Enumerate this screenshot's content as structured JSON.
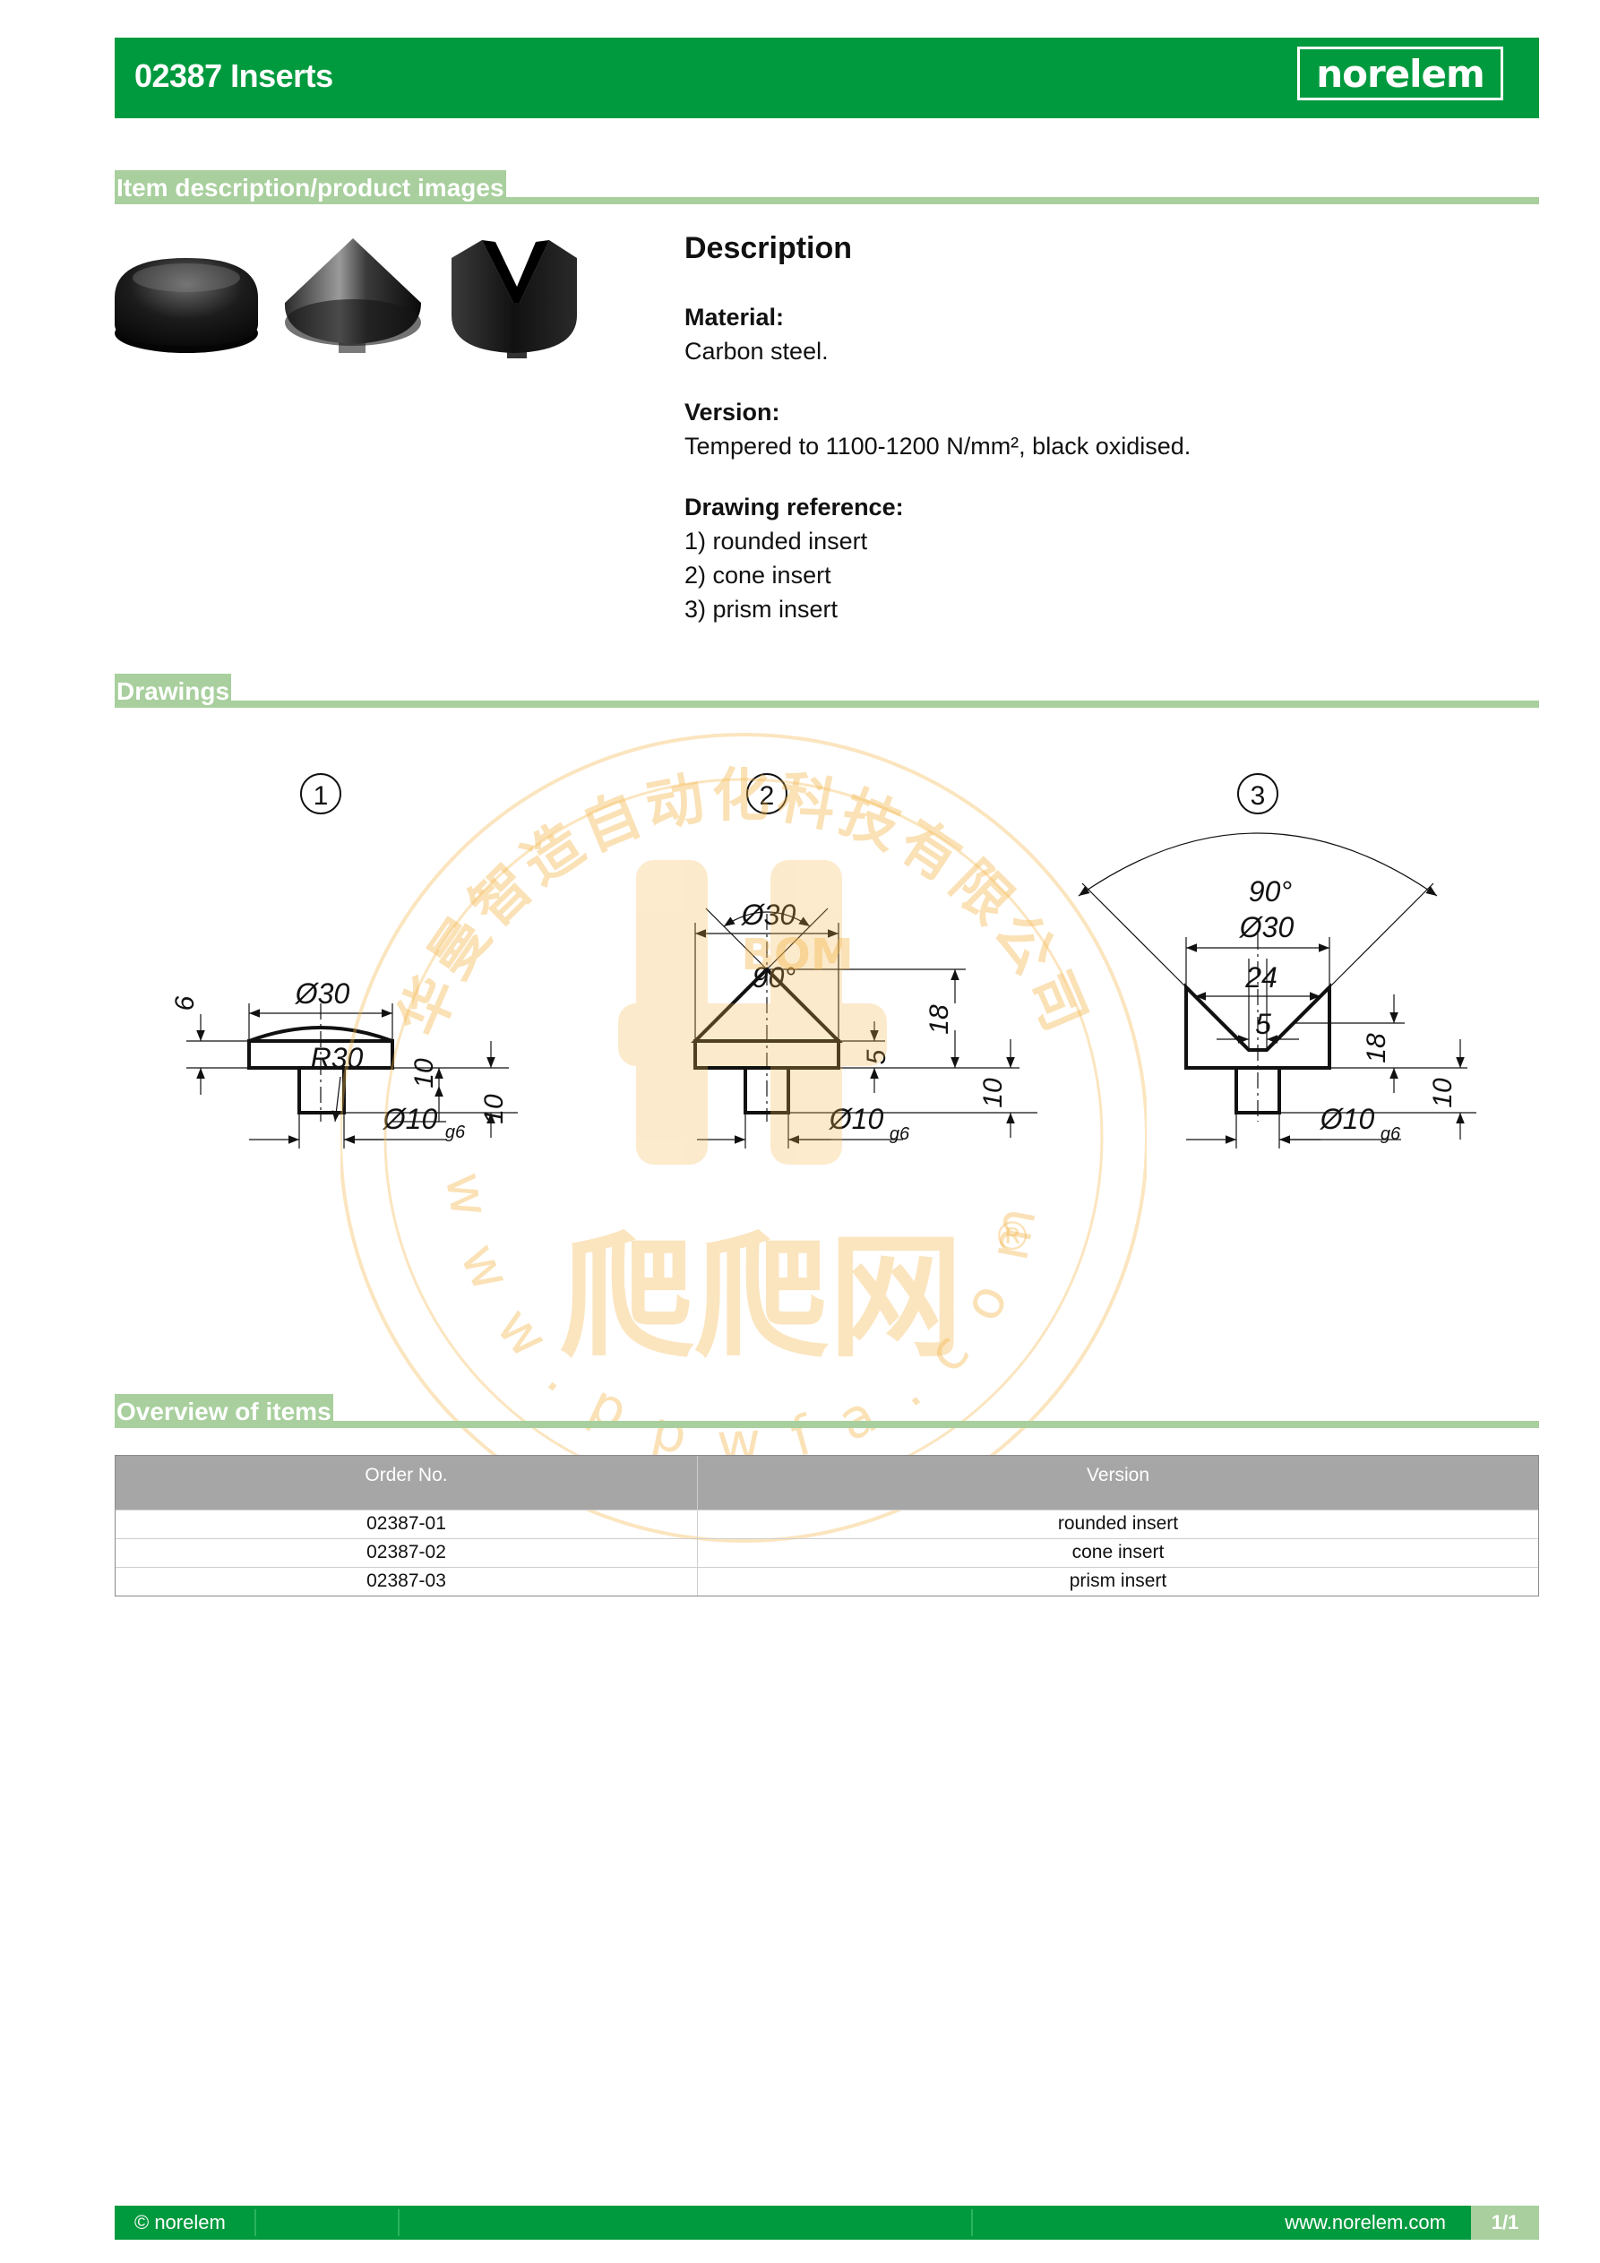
{
  "header": {
    "title": "02387 Inserts",
    "logo": "norelem"
  },
  "sections": {
    "product_images": "Item description/product images",
    "drawings": "Drawings",
    "overview": "Overview of items"
  },
  "description": {
    "title": "Description",
    "material_label": "Material:",
    "material_value": "Carbon steel.",
    "version_label": "Version:",
    "version_value": "Tempered to 1100-1200 N/mm², black oxidised.",
    "drawing_ref_label": "Drawing reference:",
    "drawing_refs": [
      "1) rounded insert",
      "2) cone insert",
      "3) prism insert"
    ]
  },
  "drawings": {
    "numbers": [
      "1",
      "2",
      "3"
    ],
    "d1": {
      "dia_top": "Ø30",
      "radius": "R30",
      "h1": "6",
      "h2": "10",
      "h3": "10",
      "dia_shaft": "Ø10",
      "tol": "g6"
    },
    "d2": {
      "dia_top": "Ø30",
      "angle": "90°",
      "h1": "5",
      "h2": "18",
      "h3": "10",
      "dia_shaft": "Ø10",
      "tol": "g6"
    },
    "d3": {
      "angle": "90°",
      "dia_top": "Ø30",
      "w1": "24",
      "w2": "5",
      "h2": "18",
      "h3": "10",
      "dia_shaft": "Ø10",
      "tol": "g6"
    }
  },
  "watermark": {
    "company": "华曼智造自动化科技有限公司",
    "site": "www.ppwfa.com",
    "brand": "爬爬网",
    "bom": "BOM",
    "registered": "®"
  },
  "table": {
    "headers": [
      "Order No.",
      "Version"
    ],
    "rows": [
      [
        "02387-01",
        "rounded insert"
      ],
      [
        "02387-02",
        "cone insert"
      ],
      [
        "02387-03",
        "prism insert"
      ]
    ]
  },
  "footer": {
    "copyright": "© norelem",
    "website": "www.norelem.com",
    "page": "1/1"
  },
  "colors": {
    "brand_green": "#009a3e",
    "section_green": "#a8cf9d",
    "table_header": "#a6a6a6",
    "watermark": "#f5b64a"
  }
}
